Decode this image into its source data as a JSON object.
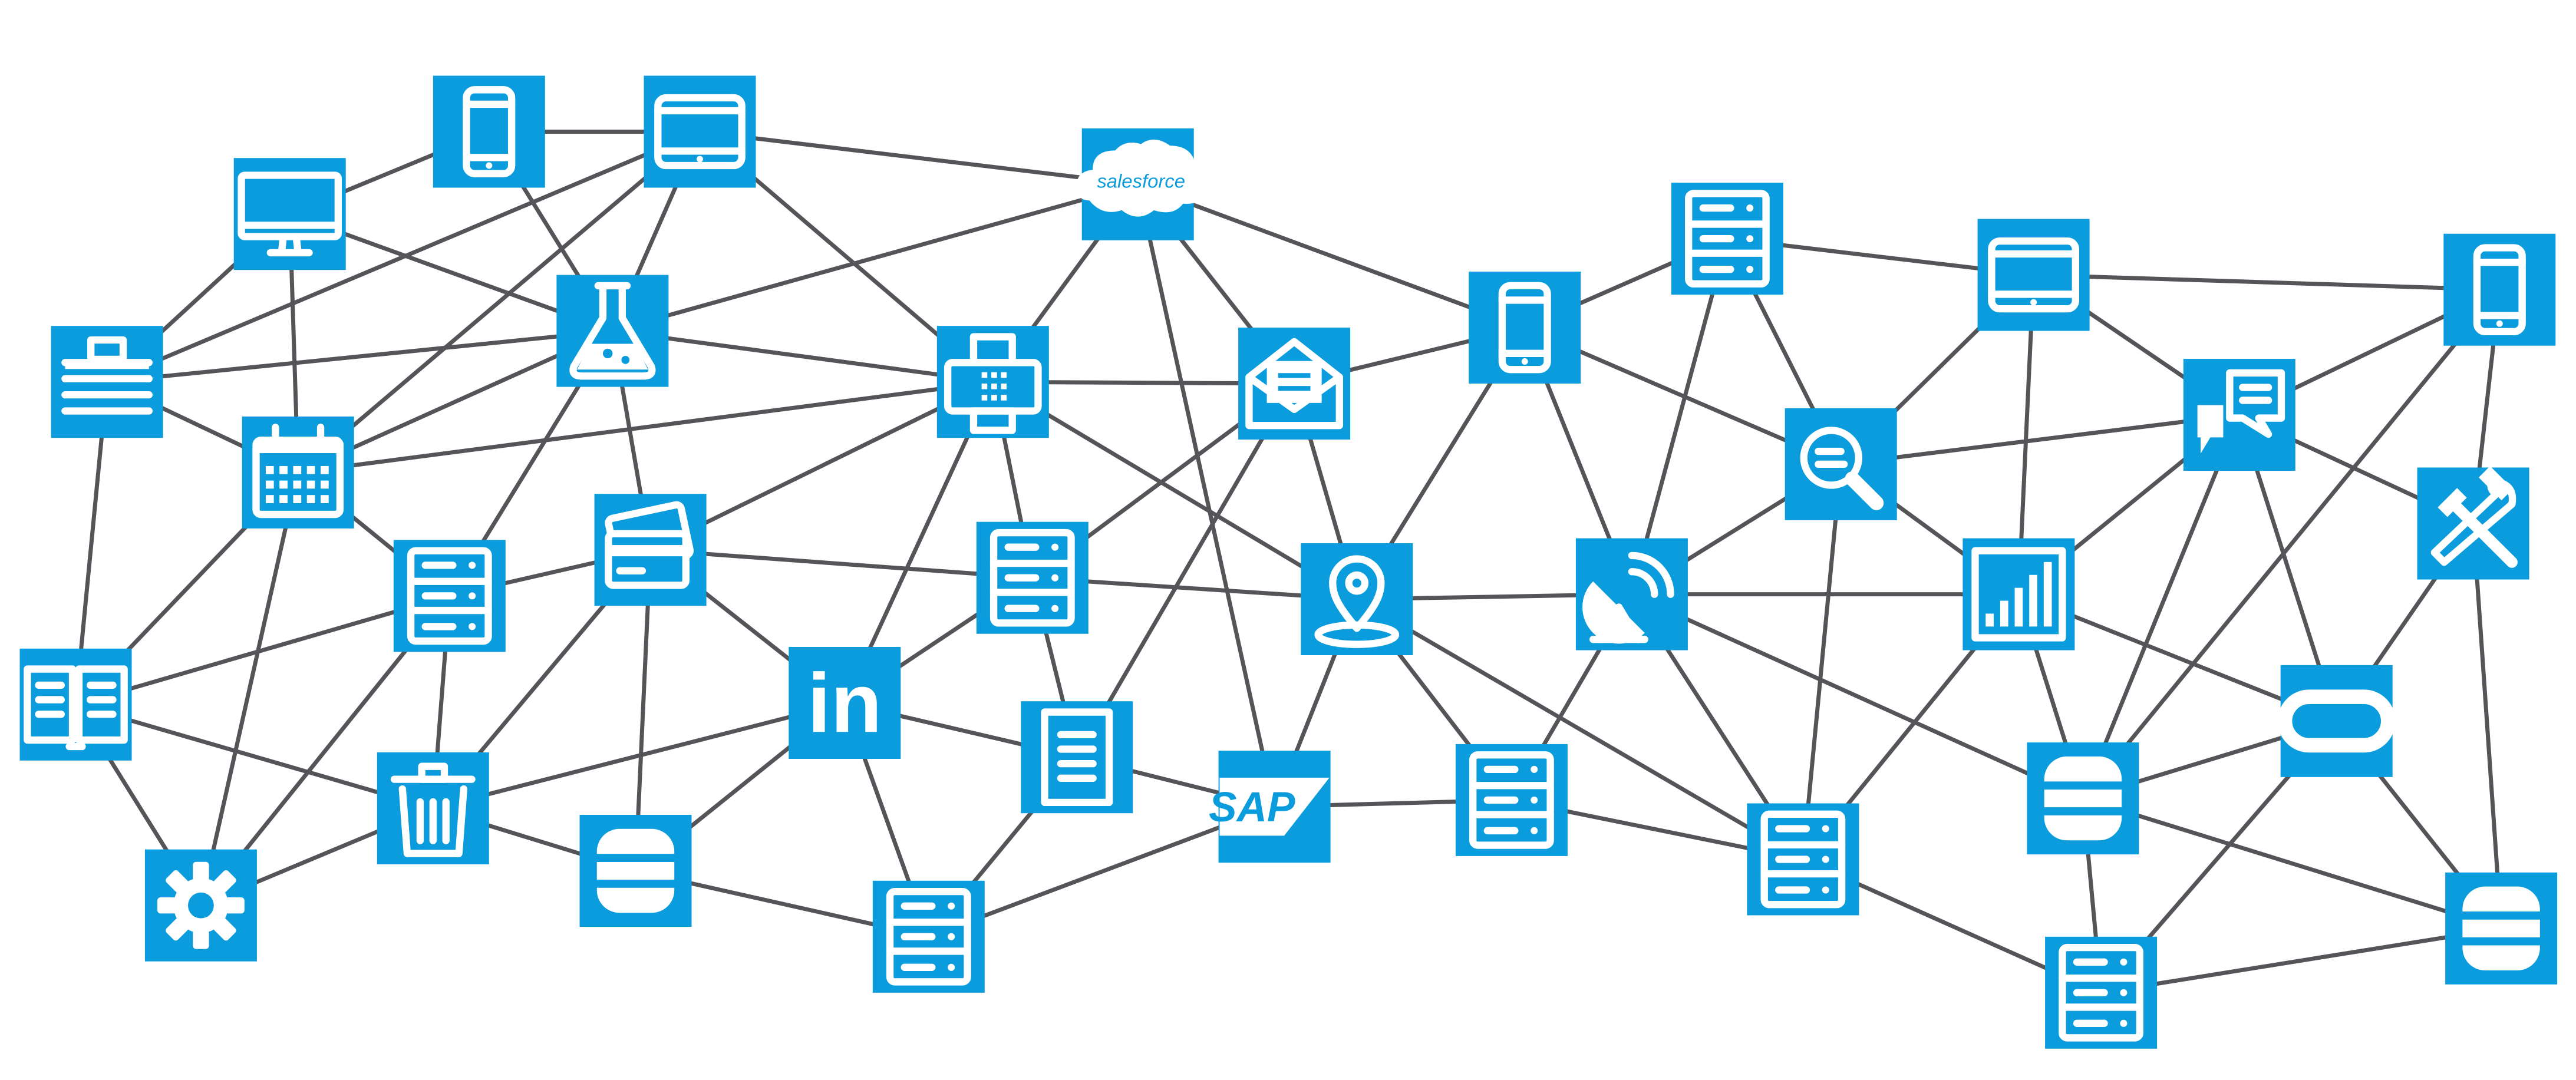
{
  "diagram": {
    "accent_color": "#0a9cdc",
    "edge_color": "#555559",
    "background_color": "#ffffff",
    "nodes": [
      {
        "id": "desktop",
        "icon": "desktop-monitor-icon"
      },
      {
        "id": "phone1",
        "icon": "smartphone-icon"
      },
      {
        "id": "tablet1",
        "icon": "tablet-icon"
      },
      {
        "id": "salesforce",
        "icon": "salesforce-cloud-logo",
        "label": "salesforce"
      },
      {
        "id": "server1",
        "icon": "server-rack-icon"
      },
      {
        "id": "tablet2",
        "icon": "tablet-icon"
      },
      {
        "id": "phone2",
        "icon": "smartphone-icon"
      },
      {
        "id": "printer",
        "icon": "printer-icon"
      },
      {
        "id": "flask",
        "icon": "lab-flask-icon"
      },
      {
        "id": "fax",
        "icon": "fax-machine-icon"
      },
      {
        "id": "mail",
        "icon": "envelope-letter-icon"
      },
      {
        "id": "phone3",
        "icon": "smartphone-icon"
      },
      {
        "id": "search",
        "icon": "document-search-icon"
      },
      {
        "id": "chat",
        "icon": "chat-bubbles-icon"
      },
      {
        "id": "calendar",
        "icon": "calendar-icon"
      },
      {
        "id": "tools",
        "icon": "wrench-hammer-icon"
      },
      {
        "id": "card",
        "icon": "credit-cards-icon"
      },
      {
        "id": "server2",
        "icon": "server-rack-icon"
      },
      {
        "id": "server3",
        "icon": "server-rack-icon"
      },
      {
        "id": "location",
        "icon": "location-pin-icon"
      },
      {
        "id": "satellite",
        "icon": "satellite-dish-icon"
      },
      {
        "id": "barchart",
        "icon": "bar-chart-icon"
      },
      {
        "id": "book",
        "icon": "open-book-icon"
      },
      {
        "id": "linkedin",
        "icon": "linkedin-logo",
        "label": "in"
      },
      {
        "id": "document",
        "icon": "document-lines-icon"
      },
      {
        "id": "oracle",
        "icon": "oracle-logo"
      },
      {
        "id": "trash",
        "icon": "trash-can-icon"
      },
      {
        "id": "sap",
        "icon": "sap-logo",
        "label": "SAP"
      },
      {
        "id": "server4",
        "icon": "server-rack-icon"
      },
      {
        "id": "database1",
        "icon": "database-icon"
      },
      {
        "id": "gear",
        "icon": "gear-icon"
      },
      {
        "id": "database2",
        "icon": "database-icon"
      },
      {
        "id": "server5",
        "icon": "server-rack-icon"
      },
      {
        "id": "database3",
        "icon": "database-icon"
      },
      {
        "id": "server6",
        "icon": "server-rack-icon"
      },
      {
        "id": "server7",
        "icon": "server-rack-icon"
      }
    ],
    "edges": [
      [
        "phone1",
        "tablet1"
      ],
      [
        "phone1",
        "desktop"
      ],
      [
        "phone1",
        "flask"
      ],
      [
        "tablet1",
        "salesforce"
      ],
      [
        "tablet1",
        "fax"
      ],
      [
        "tablet1",
        "flask"
      ],
      [
        "tablet1",
        "printer"
      ],
      [
        "tablet1",
        "calendar"
      ],
      [
        "desktop",
        "printer"
      ],
      [
        "desktop",
        "calendar"
      ],
      [
        "desktop",
        "flask"
      ],
      [
        "salesforce",
        "flask"
      ],
      [
        "salesforce",
        "fax"
      ],
      [
        "salesforce",
        "mail"
      ],
      [
        "salesforce",
        "phone3"
      ],
      [
        "salesforce",
        "sap"
      ],
      [
        "printer",
        "flask"
      ],
      [
        "printer",
        "calendar"
      ],
      [
        "printer",
        "book"
      ],
      [
        "flask",
        "fax"
      ],
      [
        "flask",
        "calendar"
      ],
      [
        "flask",
        "server2"
      ],
      [
        "flask",
        "card"
      ],
      [
        "calendar",
        "fax"
      ],
      [
        "calendar",
        "server2"
      ],
      [
        "calendar",
        "book"
      ],
      [
        "calendar",
        "gear"
      ],
      [
        "fax",
        "mail"
      ],
      [
        "fax",
        "card"
      ],
      [
        "fax",
        "server3"
      ],
      [
        "fax",
        "linkedin"
      ],
      [
        "fax",
        "location"
      ],
      [
        "mail",
        "phone3"
      ],
      [
        "mail",
        "server3"
      ],
      [
        "mail",
        "location"
      ],
      [
        "mail",
        "document"
      ],
      [
        "phone3",
        "server1"
      ],
      [
        "phone3",
        "location"
      ],
      [
        "phone3",
        "satellite"
      ],
      [
        "phone3",
        "search"
      ],
      [
        "server1",
        "tablet2"
      ],
      [
        "server1",
        "search"
      ],
      [
        "server1",
        "satellite"
      ],
      [
        "tablet2",
        "phone2"
      ],
      [
        "tablet2",
        "search"
      ],
      [
        "tablet2",
        "chat"
      ],
      [
        "tablet2",
        "barchart"
      ],
      [
        "phone2",
        "chat"
      ],
      [
        "phone2",
        "tools"
      ],
      [
        "phone2",
        "database1"
      ],
      [
        "search",
        "chat"
      ],
      [
        "search",
        "satellite"
      ],
      [
        "search",
        "barchart"
      ],
      [
        "search",
        "server5"
      ],
      [
        "chat",
        "barchart"
      ],
      [
        "chat",
        "database1"
      ],
      [
        "chat",
        "tools"
      ],
      [
        "chat",
        "oracle"
      ],
      [
        "tools",
        "oracle"
      ],
      [
        "tools",
        "database3"
      ],
      [
        "card",
        "server2"
      ],
      [
        "card",
        "server3"
      ],
      [
        "card",
        "linkedin"
      ],
      [
        "card",
        "trash"
      ],
      [
        "card",
        "database2"
      ],
      [
        "server2",
        "book"
      ],
      [
        "server2",
        "gear"
      ],
      [
        "server2",
        "trash"
      ],
      [
        "server3",
        "location"
      ],
      [
        "server3",
        "linkedin"
      ],
      [
        "server3",
        "document"
      ],
      [
        "location",
        "satellite"
      ],
      [
        "location",
        "sap"
      ],
      [
        "location",
        "server4"
      ],
      [
        "location",
        "server5"
      ],
      [
        "satellite",
        "barchart"
      ],
      [
        "satellite",
        "server4"
      ],
      [
        "satellite",
        "server5"
      ],
      [
        "satellite",
        "database1"
      ],
      [
        "barchart",
        "database1"
      ],
      [
        "barchart",
        "server5"
      ],
      [
        "barchart",
        "oracle"
      ],
      [
        "book",
        "trash"
      ],
      [
        "book",
        "gear"
      ],
      [
        "linkedin",
        "trash"
      ],
      [
        "linkedin",
        "database2"
      ],
      [
        "linkedin",
        "document"
      ],
      [
        "linkedin",
        "server7"
      ],
      [
        "document",
        "sap"
      ],
      [
        "document",
        "server7"
      ],
      [
        "oracle",
        "database1"
      ],
      [
        "oracle",
        "database3"
      ],
      [
        "oracle",
        "server6"
      ],
      [
        "trash",
        "gear"
      ],
      [
        "trash",
        "database2"
      ],
      [
        "sap",
        "server4"
      ],
      [
        "sap",
        "server7"
      ],
      [
        "server4",
        "server5"
      ],
      [
        "database1",
        "database3"
      ],
      [
        "database1",
        "server6"
      ],
      [
        "database2",
        "server7"
      ],
      [
        "server5",
        "server6"
      ],
      [
        "database3",
        "server6"
      ]
    ]
  }
}
